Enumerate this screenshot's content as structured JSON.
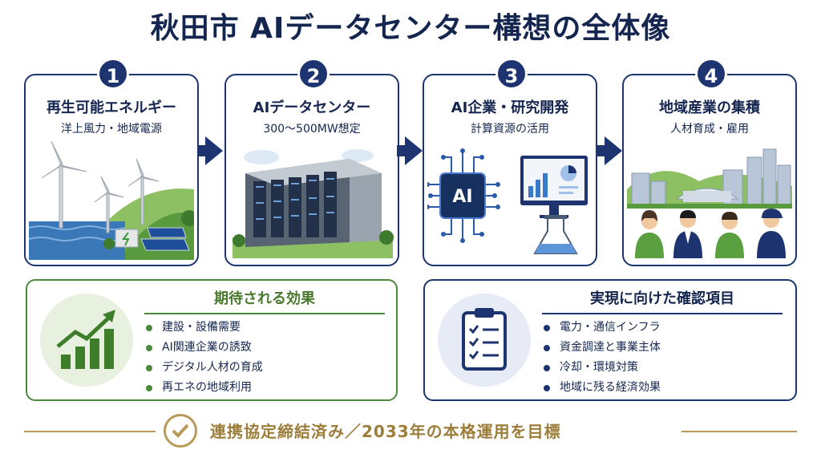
{
  "title": "秋田市 AIデータセンター構想の全体像",
  "colors": {
    "navy": "#1d3470",
    "green": "#4a8a3a",
    "gold": "#b89b5a"
  },
  "steps": [
    {
      "number": "1",
      "title": "再生可能エネルギー",
      "subtitle": "洋上風力・地域電源",
      "illustration": "wind-solar-illustration"
    },
    {
      "number": "2",
      "title": "AIデータセンター",
      "subtitle": "300〜500MW想定",
      "illustration": "datacenter-building-illustration"
    },
    {
      "number": "3",
      "title": "AI企業・研究開発",
      "subtitle": "計算資源の活用",
      "illustration": "ai-chip-research-illustration",
      "chip_label": "AI"
    },
    {
      "number": "4",
      "title": "地域産業の集積",
      "subtitle": "人材育成・雇用",
      "illustration": "city-workers-illustration"
    }
  ],
  "effects": {
    "heading": "期待される効果",
    "icon": "growth-chart-icon",
    "items": [
      "建設・設備需要",
      "AI関連企業の誘致",
      "デジタル人材の育成",
      "再エネの地域利用"
    ]
  },
  "checks": {
    "heading": "実現に向けた確認項目",
    "icon": "clipboard-checklist-icon",
    "items": [
      "電力・通信インフラ",
      "資金調達と事業主体",
      "冷却・環境対策",
      "地域に残る経済効果"
    ]
  },
  "footer": {
    "text": "連携協定締結済み／2033年の本格運用を目標",
    "icon": "check-circle-icon"
  }
}
